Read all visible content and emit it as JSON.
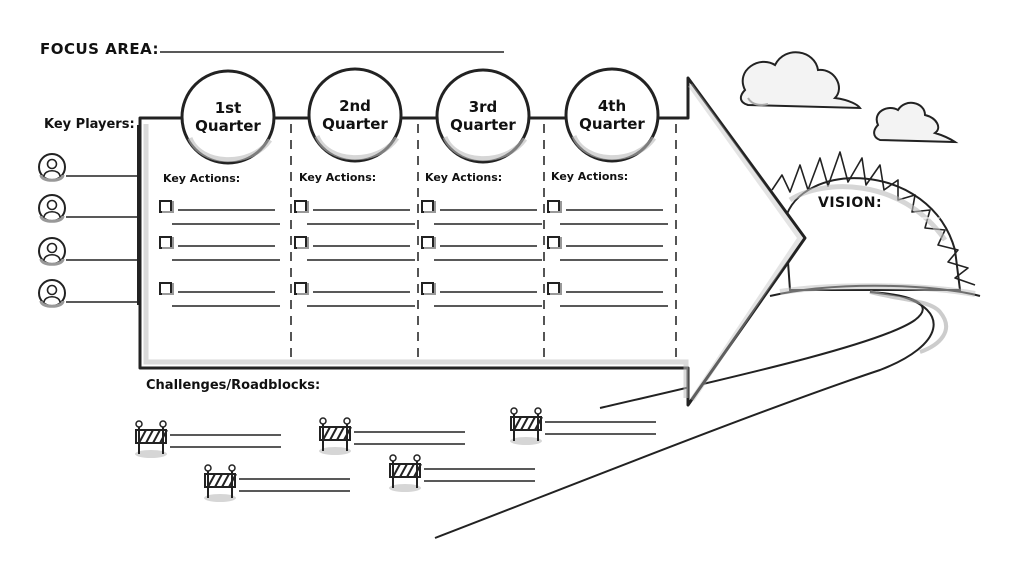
{
  "header": {
    "focus_area_label": "FOCUS AREA:"
  },
  "players": {
    "label": "Key Players:",
    "icon": "person-icon",
    "count": 4
  },
  "quarters": [
    {
      "label": "1st Quarter",
      "key_actions_label": "Key Actions:"
    },
    {
      "label": "2nd Quarter",
      "key_actions_label": "Key Actions:"
    },
    {
      "label": "3rd Quarter",
      "key_actions_label": "Key Actions:"
    },
    {
      "label": "4th Quarter",
      "key_actions_label": "Key Actions:"
    }
  ],
  "vision": {
    "label": "VISION:"
  },
  "challenges": {
    "label": "Challenges/Roadblocks:",
    "icon": "roadblock-barrier-icon",
    "count": 5
  },
  "decor": {
    "sun_icon": "sun-icon",
    "cloud_icon": "cloud-icon",
    "road_icon": "road-icon"
  }
}
